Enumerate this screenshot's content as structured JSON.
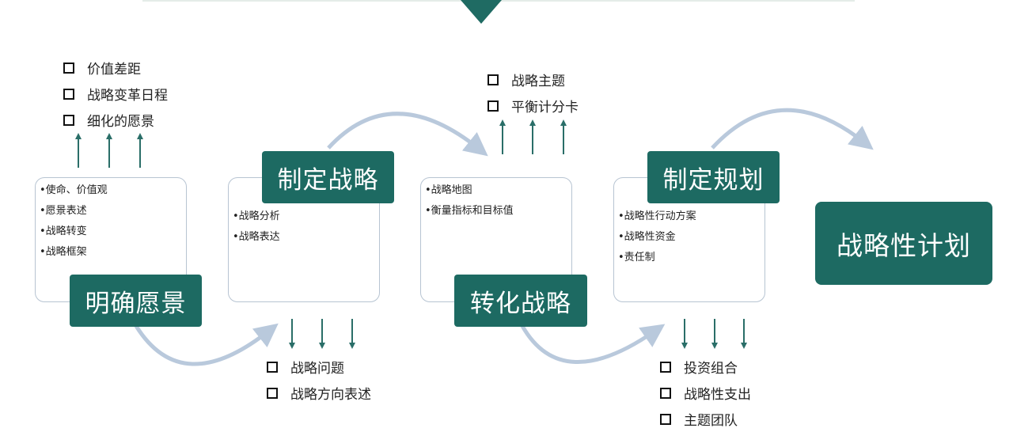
{
  "stages": [
    {
      "title": "明确愿景",
      "bullets": [
        "•使命、价值观",
        "•愿景表述",
        "•战略转变",
        "•战略框架"
      ]
    },
    {
      "title": "制定战略",
      "bullets": [
        "•战略分析",
        "•战略表达"
      ]
    },
    {
      "title": "转化战略",
      "bullets": [
        "•战略地图",
        "•衡量指标和目标值"
      ]
    },
    {
      "title": "制定规划",
      "bullets": [
        "•战略性行动方案",
        "•战略性资金",
        "•责任制"
      ]
    }
  ],
  "final_stage": "战略性计划",
  "outputs": {
    "vision": [
      "价值差距",
      "战略变革日程",
      "细化的愿景"
    ],
    "strategy": [
      "战略问题",
      "战略方向表述"
    ],
    "translate": [
      "战略主题",
      "平衡计分卡"
    ],
    "plan": [
      "投资组合",
      "战略性支出",
      "主题团队"
    ]
  },
  "colors": {
    "tag": "#1d6a62",
    "arrow": "#2a6e68",
    "curve": "#b9c9dc",
    "box_border": "#b7c4d2"
  }
}
